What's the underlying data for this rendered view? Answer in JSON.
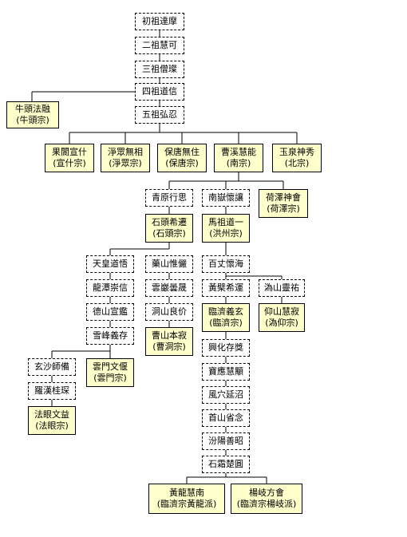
{
  "lineage": {
    "n1": {
      "name": "初祖達摩"
    },
    "n2": {
      "name": "二祖慧可"
    },
    "n3": {
      "name": "三祖僧璨"
    },
    "n4": {
      "name": "四祖道信"
    },
    "n5": {
      "name": "牛頭法融",
      "school": "(牛頭宗)"
    },
    "n6": {
      "name": "五祖弘忍"
    },
    "n7": {
      "name": "果閬宣什",
      "school": "(宣什宗)"
    },
    "n8": {
      "name": "淨眾無相",
      "school": "(淨眾宗)"
    },
    "n9": {
      "name": "保唐無住",
      "school": "(保唐宗)"
    },
    "n10": {
      "name": "曹溪慧能",
      "school": "(南宗)"
    },
    "n11": {
      "name": "玉泉神秀",
      "school": "(北宗)"
    },
    "n12": {
      "name": "青原行思"
    },
    "n13": {
      "name": "南嶽懷讓"
    },
    "n14": {
      "name": "荷澤神會",
      "school": "(荷澤宗)"
    },
    "n15": {
      "name": "石頭希遷",
      "school": "(石頭宗)"
    },
    "n16": {
      "name": "馬祖道一",
      "school": "(洪州宗)"
    },
    "n17": {
      "name": "天皇道悟"
    },
    "n18": {
      "name": "藥山惟儼"
    },
    "n19": {
      "name": "百丈懷海"
    },
    "n20": {
      "name": "龍潭崇信"
    },
    "n21": {
      "name": "雲巖曇晟"
    },
    "n22": {
      "name": "黃檗希運"
    },
    "n23": {
      "name": "溈山靈祐"
    },
    "n24": {
      "name": "德山宣鑑"
    },
    "n25": {
      "name": "洞山良价"
    },
    "n26": {
      "name": "臨濟義玄",
      "school": "(臨濟宗)"
    },
    "n27": {
      "name": "仰山慧寂",
      "school": "(溈仰宗)"
    },
    "n28": {
      "name": "雪峰義存"
    },
    "n29": {
      "name": "曹山本寂",
      "school": "(曹洞宗)"
    },
    "n30": {
      "name": "興化存獎"
    },
    "n31": {
      "name": "玄沙師備"
    },
    "n32": {
      "name": "雲門文偃",
      "school": "(雲門宗)"
    },
    "n33": {
      "name": "寶應慧顒"
    },
    "n34": {
      "name": "羅漢桂琛"
    },
    "n35": {
      "name": "風穴延沼"
    },
    "n36": {
      "name": "法眼文益",
      "school": "(法眼宗)"
    },
    "n37": {
      "name": "首山省念"
    },
    "n38": {
      "name": "汾陽善昭"
    },
    "n39": {
      "name": "石霜楚圓"
    },
    "n40": {
      "name": "黃龍慧南",
      "school": "(臨濟宗黃龍派)"
    },
    "n41": {
      "name": "楊岐方會",
      "school": "(臨濟宗楊岐派)"
    }
  }
}
